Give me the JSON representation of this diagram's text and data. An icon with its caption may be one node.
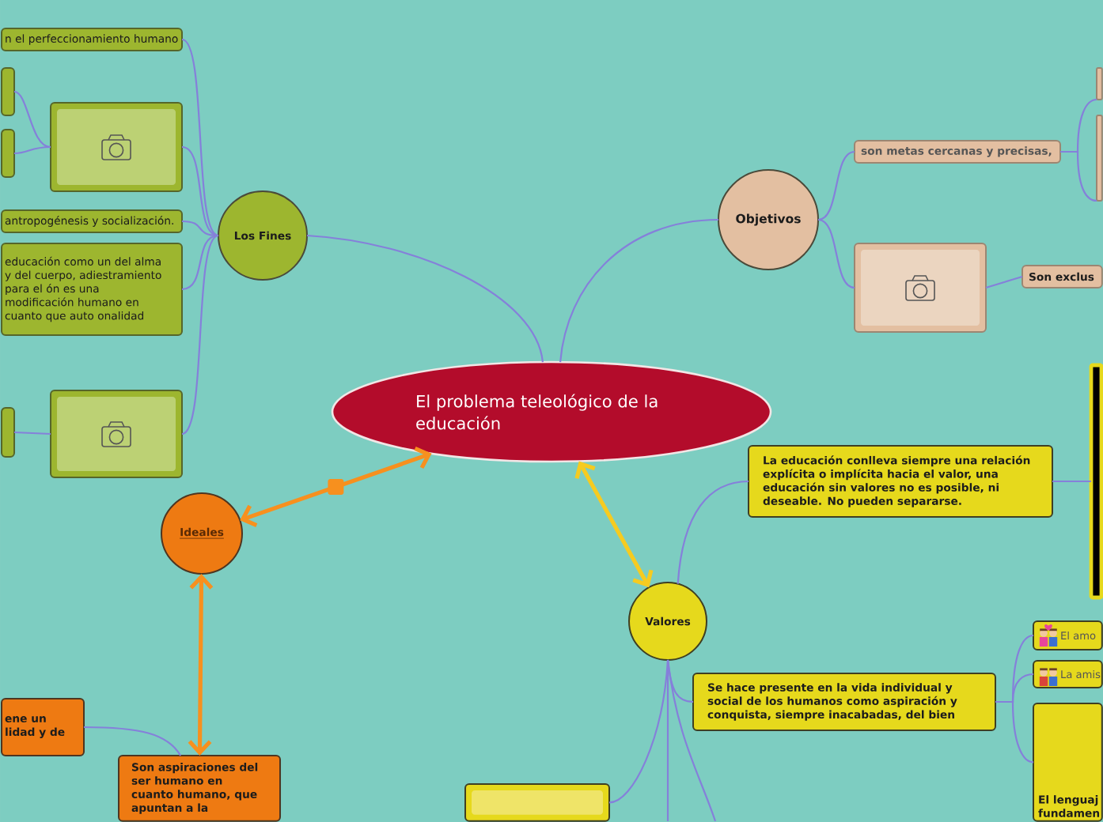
{
  "diagram": {
    "nodes": [
      {
        "text": [
          "El problema teleológico de la educación"
        ]
      },
      {
        "text": [
          "Los Fines"
        ]
      },
      {
        "text": [
          "n el perfeccionamiento humano"
        ]
      },
      {
        "text": [],
        "shape": "picture"
      },
      {
        "text": [],
        "shape": "box"
      },
      {
        "text": [],
        "shape": "box"
      },
      {
        "text": [
          "antropogénesis y socialización."
        ]
      },
      {
        "text": [
          "educación como un del alma y del cuerpo, adiestramiento para el ón es una modificación humano en cuanto que auto onalidad"
        ]
      },
      {
        "text": [],
        "shape": "picture"
      },
      {
        "text": [],
        "shape": "box"
      },
      {
        "text": [
          "Objetivos"
        ]
      },
      {
        "text": [
          "son metas cercanas y precisas,"
        ]
      },
      {
        "text": [],
        "shape": "box"
      },
      {
        "text": [],
        "shape": "box"
      },
      {
        "text": [],
        "shape": "picture"
      },
      {
        "text": [
          "Son exclus"
        ]
      },
      {
        "text": [
          "Ideales"
        ]
      },
      {
        "text": [
          "Son aspiraciones del ser humano en cuanto humano, que apuntan a la"
        ]
      },
      {
        "text": [
          "ene un lidad y de"
        ]
      },
      {
        "text": [
          "Valores"
        ]
      },
      {
        "text": [
          "La educación conlleva siempre una relación explícita o implícita hacia el valor, una educación sin valores no es posible, ni deseable. No pueden separarse."
        ]
      },
      {
        "text": [],
        "shape": "box"
      },
      {
        "text": [
          "Se hace presente en la vida individual y social de los humanos como aspiración y conquista, siempre inacabadas, del bien"
        ]
      },
      {
        "text": [
          "El amo"
        ]
      },
      {
        "text": [
          "La amis"
        ]
      },
      {
        "text": [
          "El lenguaj fundamen"
        ]
      },
      {
        "text": [],
        "shape": "box"
      }
    ],
    "edges": [
      {
        "from": 0,
        "to": 1,
        "arrow": "none"
      },
      {
        "from": 1,
        "to": 2,
        "arrow": "none"
      },
      {
        "from": 1,
        "to": 3,
        "arrow": "none"
      },
      {
        "from": 3,
        "to": 4,
        "arrow": "none"
      },
      {
        "from": 3,
        "to": 5,
        "arrow": "none"
      },
      {
        "from": 1,
        "to": 6,
        "arrow": "none"
      },
      {
        "from": 1,
        "to": 7,
        "arrow": "none"
      },
      {
        "from": 1,
        "to": 8,
        "arrow": "none"
      },
      {
        "from": 8,
        "to": 9,
        "arrow": "none"
      },
      {
        "from": 0,
        "to": 10,
        "arrow": "none"
      },
      {
        "from": 10,
        "to": 11,
        "arrow": "none"
      },
      {
        "from": 11,
        "to": 12,
        "arrow": "none"
      },
      {
        "from": 11,
        "to": 13,
        "arrow": "none"
      },
      {
        "from": 10,
        "to": 14,
        "arrow": "none"
      },
      {
        "from": 14,
        "to": 15,
        "arrow": "none"
      },
      {
        "from": 0,
        "to": 16,
        "arrow": "both",
        "style": "thick",
        "color": "#f7901e"
      },
      {
        "from": 16,
        "to": 17,
        "arrow": "both",
        "style": "thick",
        "color": "#f7901e"
      },
      {
        "from": 17,
        "to": 18,
        "arrow": "none"
      },
      {
        "from": 0,
        "to": 19,
        "arrow": "both",
        "style": "thick",
        "color": "#f6cb20"
      },
      {
        "from": 19,
        "to": 20,
        "arrow": "none"
      },
      {
        "from": 20,
        "to": 21,
        "arrow": "none"
      },
      {
        "from": 19,
        "to": 22,
        "arrow": "none"
      },
      {
        "from": 22,
        "to": 23,
        "arrow": "none"
      },
      {
        "from": 22,
        "to": 24,
        "arrow": "none"
      },
      {
        "from": 22,
        "to": 25,
        "arrow": "none"
      },
      {
        "from": 19,
        "to": 26,
        "arrow": "none"
      },
      {
        "from": 19,
        "to": null,
        "arrow": "none"
      },
      {
        "from": 19,
        "to": null,
        "arrow": "none"
      }
    ]
  }
}
